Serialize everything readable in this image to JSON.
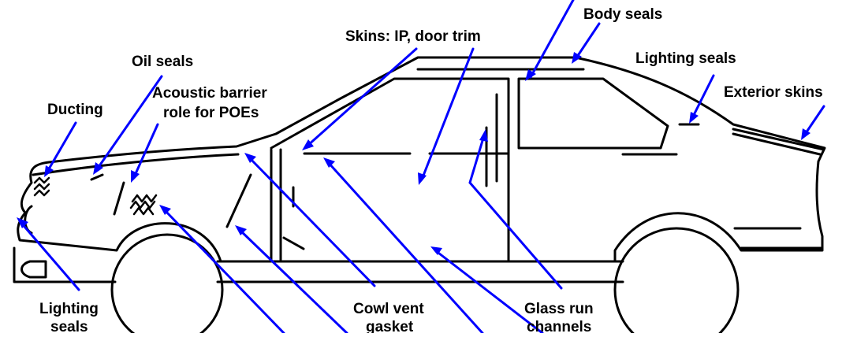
{
  "colors": {
    "outline": "#000000",
    "leader": "#0000ff",
    "background": "#ffffff"
  },
  "labels": {
    "body_seals": "Body seals",
    "skins_ip": "Skins:  IP, door trim",
    "oil_seals": "Oil seals",
    "lighting_seals_rear": "Lighting seals",
    "acoustic_line1": "Acoustic barrier",
    "acoustic_line2": "role for POEs",
    "ducting": "Ducting",
    "exterior_skins": "Exterior skins",
    "lighting_front_line1": "Lighting",
    "lighting_front_line2": "seals",
    "cowl_line1": "Cowl vent",
    "cowl_line2": "gasket",
    "glass_line1": "Glass run",
    "glass_line2": "channels"
  }
}
